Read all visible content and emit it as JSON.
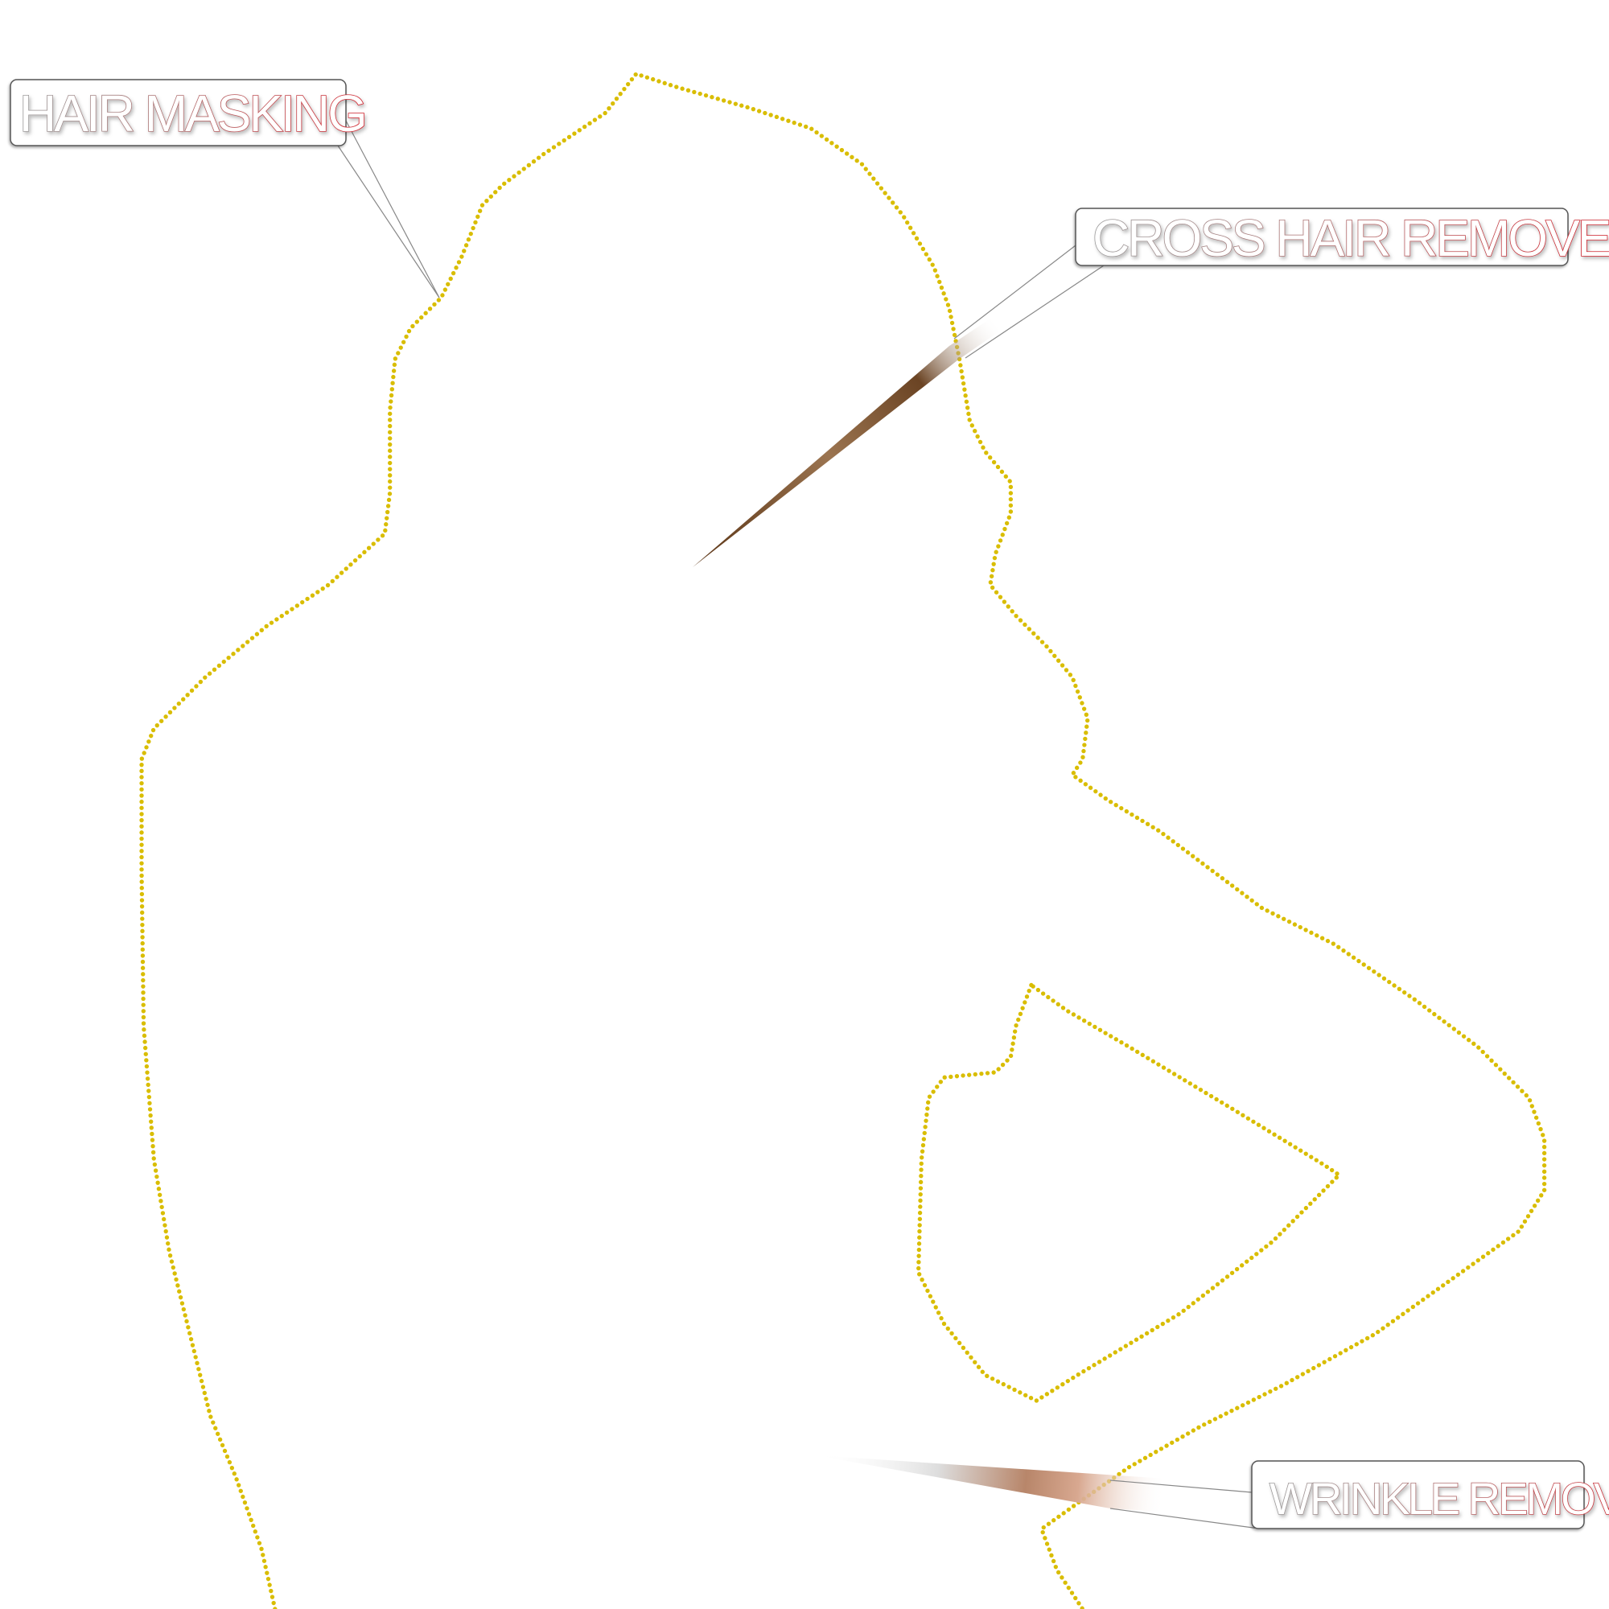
{
  "labels": {
    "hair_masking": "HAIR MASKING",
    "cross_hair_remove": "CROSS HAIR REMOVE",
    "wrinkle_remove": "WRINKLE REMOVE"
  },
  "colors": {
    "selection_dots": "#d9bd00",
    "label_outline_accent": "#d0202a",
    "hair_streak": "#6b4424",
    "wrinkle_streak": "#c08a6a"
  }
}
